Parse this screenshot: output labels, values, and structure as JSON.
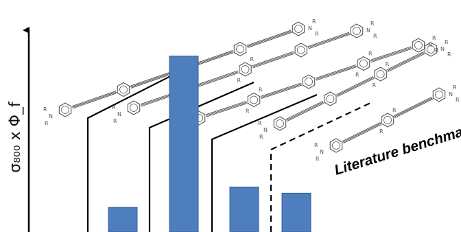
{
  "chart_data": {
    "type": "bar",
    "title": "",
    "xlabel": "",
    "ylabel": "σ₈₀₀ x Φ_f",
    "ylim": [
      0,
      100
    ],
    "categories": [
      "",
      "",
      "",
      ""
    ],
    "values": [
      12,
      86,
      22,
      19
    ],
    "annotations": [
      "Literature benchmark"
    ],
    "grid": false,
    "legend": "none",
    "colors": {
      "bar": "#4F7EBF",
      "bar_edge": "#365d94",
      "bracket": "#000000",
      "structure": "#555555"
    }
  }
}
